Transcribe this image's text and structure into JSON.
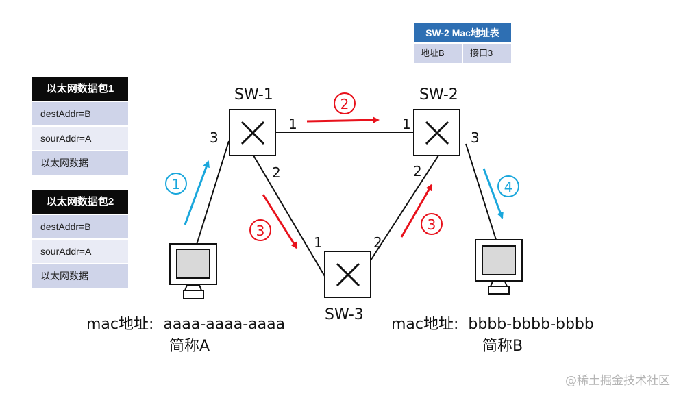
{
  "switches": [
    {
      "name": "SW-1"
    },
    {
      "name": "SW-2"
    },
    {
      "name": "SW-3"
    }
  ],
  "ports": {
    "sw1_p1": "1",
    "sw1_p2": "2",
    "sw1_p3": "3",
    "sw2_p1": "1",
    "sw2_p2": "2",
    "sw2_p3": "3",
    "sw3_p1": "1",
    "sw3_p2": "2"
  },
  "steps": {
    "s1": "1",
    "s2": "2",
    "s3a": "3",
    "s3b": "3",
    "s4": "4"
  },
  "hosts": {
    "a": {
      "mac_line": "mac地址:  aaaa-aaaa-aaaa",
      "short_name": "简称A"
    },
    "b": {
      "mac_line": "mac地址:  bbbb-bbbb-bbbb",
      "short_name": "简称B"
    }
  },
  "packets": [
    {
      "title": "以太网数据包1",
      "rows": [
        "destAddr=B",
        "sourAddr=A",
        "以太网数据"
      ]
    },
    {
      "title": "以太网数据包2",
      "rows": [
        "destAddr=B",
        "sourAddr=A",
        "以太网数据"
      ]
    }
  ],
  "mac_table": {
    "title": "SW-2 Mac地址表",
    "row": [
      "地址B",
      "接口3"
    ]
  },
  "watermark": "@稀土掘金技术社区",
  "colors": {
    "red": "#e8121c",
    "blue": "#1aa7dc"
  }
}
